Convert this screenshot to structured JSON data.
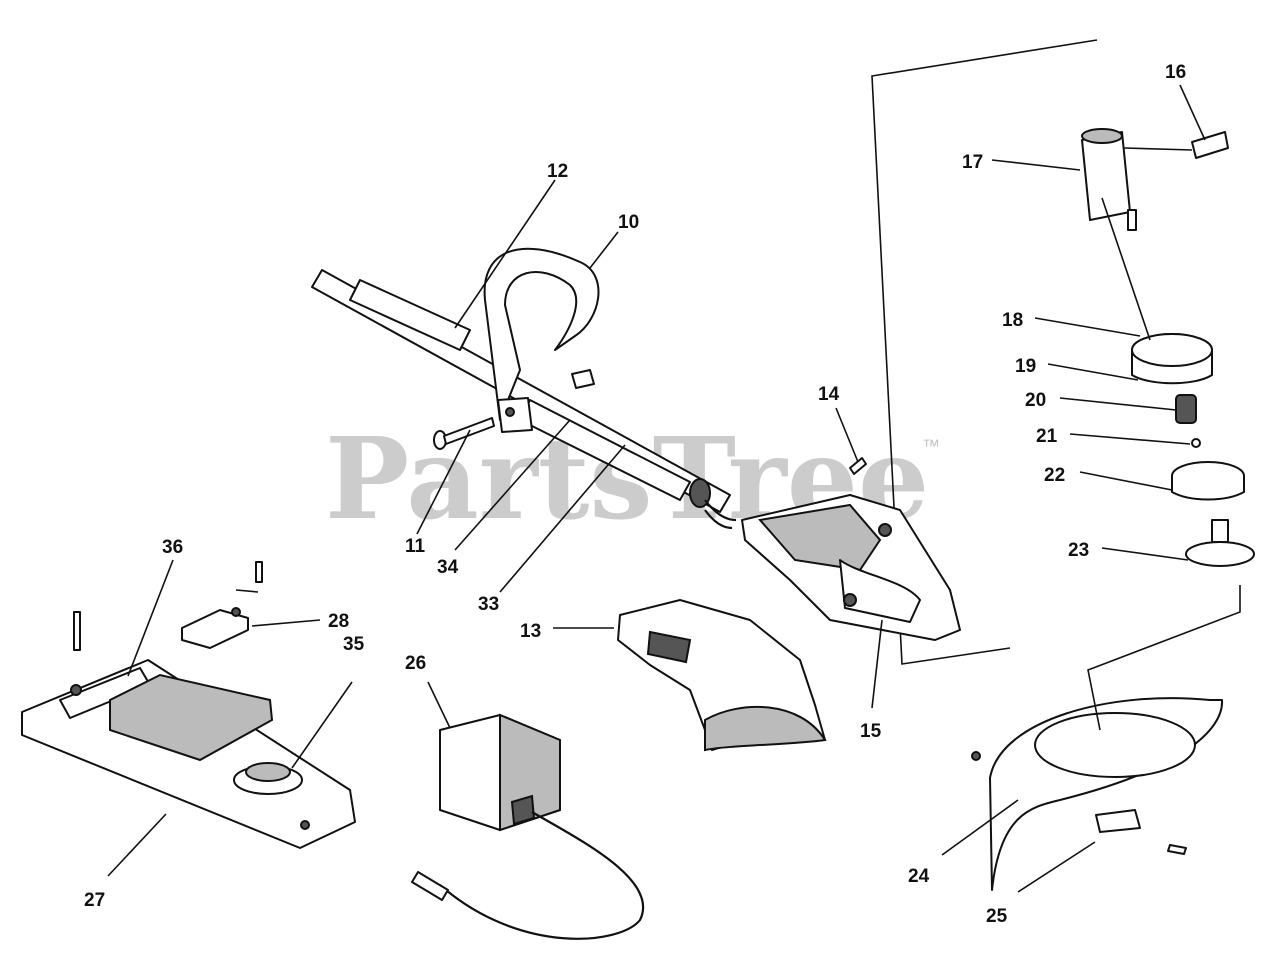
{
  "watermark": {
    "text": "PartsTree",
    "tm": "™"
  },
  "callouts": [
    {
      "id": "c10",
      "label": "10"
    },
    {
      "id": "c11",
      "label": "11"
    },
    {
      "id": "c12",
      "label": "12"
    },
    {
      "id": "c13",
      "label": "13"
    },
    {
      "id": "c14",
      "label": "14"
    },
    {
      "id": "c15",
      "label": "15"
    },
    {
      "id": "c16",
      "label": "16"
    },
    {
      "id": "c17",
      "label": "17"
    },
    {
      "id": "c18",
      "label": "18"
    },
    {
      "id": "c19",
      "label": "19"
    },
    {
      "id": "c20",
      "label": "20"
    },
    {
      "id": "c21",
      "label": "21"
    },
    {
      "id": "c22",
      "label": "22"
    },
    {
      "id": "c23",
      "label": "23"
    },
    {
      "id": "c24",
      "label": "24"
    },
    {
      "id": "c25",
      "label": "25"
    },
    {
      "id": "c26",
      "label": "26"
    },
    {
      "id": "c27",
      "label": "27"
    },
    {
      "id": "c28",
      "label": "28"
    },
    {
      "id": "c33",
      "label": "33"
    },
    {
      "id": "c34",
      "label": "34"
    },
    {
      "id": "c35",
      "label": "35"
    },
    {
      "id": "c36",
      "label": "36"
    }
  ]
}
